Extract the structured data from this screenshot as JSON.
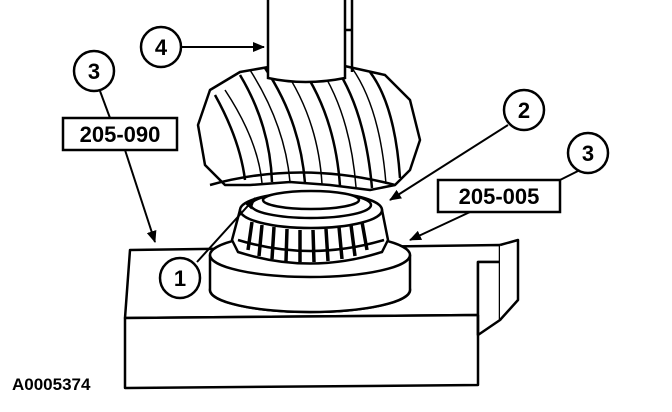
{
  "callouts": {
    "c1": "1",
    "c2": "2",
    "c3_left": "3",
    "c3_right": "3",
    "c4": "4"
  },
  "tool_labels": {
    "left": "205-090",
    "right": "205-005"
  },
  "figure_id": "A0005374",
  "colors": {
    "ink": "#000000",
    "paper": "#ffffff"
  }
}
